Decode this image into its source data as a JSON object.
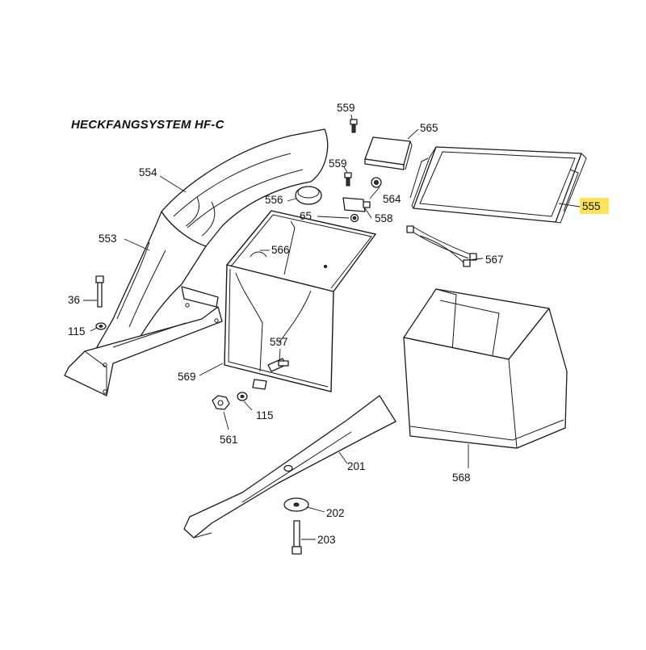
{
  "title": "HECKFANGSYSTEM HF-C",
  "highlight_color": "#fbe35a",
  "parts": [
    {
      "id": "p559a",
      "label": "559"
    },
    {
      "id": "p565",
      "label": "565"
    },
    {
      "id": "p559b",
      "label": "559"
    },
    {
      "id": "p554",
      "label": "554"
    },
    {
      "id": "p556",
      "label": "556"
    },
    {
      "id": "p564",
      "label": "564"
    },
    {
      "id": "p555",
      "label": "555",
      "highlighted": true
    },
    {
      "id": "p65",
      "label": "65"
    },
    {
      "id": "p558",
      "label": "558"
    },
    {
      "id": "p553",
      "label": "553"
    },
    {
      "id": "p566",
      "label": "566"
    },
    {
      "id": "p567",
      "label": "567"
    },
    {
      "id": "p36",
      "label": "36"
    },
    {
      "id": "p115a",
      "label": "115"
    },
    {
      "id": "p557",
      "label": "557"
    },
    {
      "id": "p569",
      "label": "569"
    },
    {
      "id": "p115b",
      "label": "115"
    },
    {
      "id": "p561",
      "label": "561"
    },
    {
      "id": "p201",
      "label": "201"
    },
    {
      "id": "p568",
      "label": "568"
    },
    {
      "id": "p202",
      "label": "202"
    },
    {
      "id": "p203",
      "label": "203"
    }
  ]
}
